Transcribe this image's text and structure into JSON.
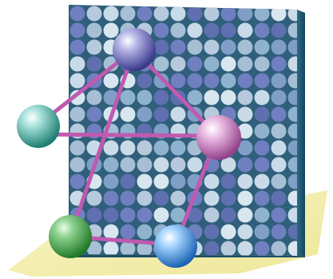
{
  "colors": {
    "background": "#ffffff",
    "floor_shadow": "#f2eda4",
    "panel_base": "#2f5f7a",
    "panel_edge": "#1f4f66",
    "dot_palette": [
      "#c9dbe8",
      "#a6bfd4",
      "#7f9fc6",
      "#6f7fc0",
      "#b7c9dc",
      "#d8e6ef",
      "#8fb2cf",
      "#5f6fb0"
    ],
    "bond": "#c05ab0",
    "sphere_top": "#5b5aa8",
    "sphere_left": "#3fa99a",
    "sphere_right": "#c36cb3",
    "sphere_bottom_left": "#46a04a",
    "sphere_bottom_right": "#3d8fd6"
  },
  "icons": {
    "panel": "lattice-panel",
    "spheres": [
      "top-sphere",
      "left-sphere",
      "right-sphere",
      "bottom-left-sphere",
      "bottom-right-sphere"
    ]
  }
}
